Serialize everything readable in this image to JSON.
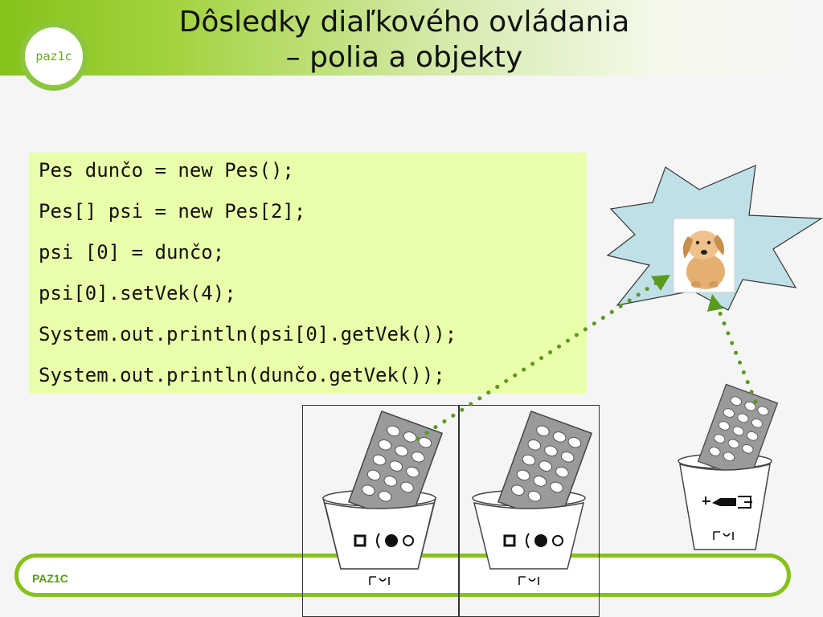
{
  "slide": {
    "title_line1": "Dôsledky diaľkového ovládania",
    "title_line2": "– polia a objekty",
    "logo_text": "paz1c",
    "footer_text": "PAZ1C",
    "code_lines": [
      "Pes dunčo = new Pes();",
      "Pes[] psi = new Pes[2];",
      "psi [0] = dunčo;",
      "psi[0].setVek(4);",
      "System.out.println(psi[0].getVek());",
      "System.out.println(dunčo.getVek());"
    ]
  },
  "colors": {
    "accent": "#86c21a",
    "code_background": "#eaffaa",
    "arrow": "#5a9a1c",
    "starburst": "#bfe0e6"
  },
  "icons": [
    "dog-photo",
    "remote-control-icon",
    "bucket-icon",
    "dingbat-glyph-label"
  ]
}
